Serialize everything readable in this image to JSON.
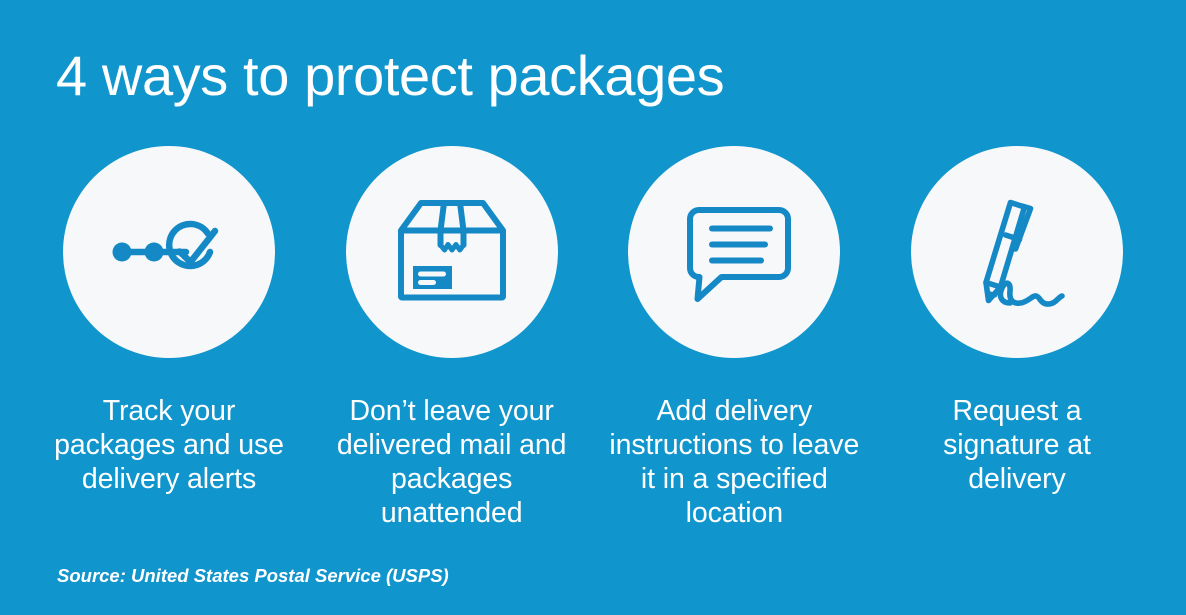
{
  "theme": {
    "background_color": "#1095cd",
    "circle_fill_color": "#f6f8fa",
    "icon_stroke_color": "#1589c6",
    "text_color": "#ffffff"
  },
  "header": {
    "title": "4 ways to protect packages"
  },
  "items": [
    {
      "icon": "delivery-tracking-icon",
      "caption": "Track your packages and use delivery alerts"
    },
    {
      "icon": "package-box-icon",
      "caption": "Don’t leave your delivered mail and packages unattended"
    },
    {
      "icon": "speech-bubble-icon",
      "caption": "Add delivery instructions to leave it in a specified location"
    },
    {
      "icon": "pen-signature-icon",
      "caption": "Request a signature at delivery"
    }
  ],
  "footer": {
    "source": "Source: United States Postal Service (USPS)"
  }
}
